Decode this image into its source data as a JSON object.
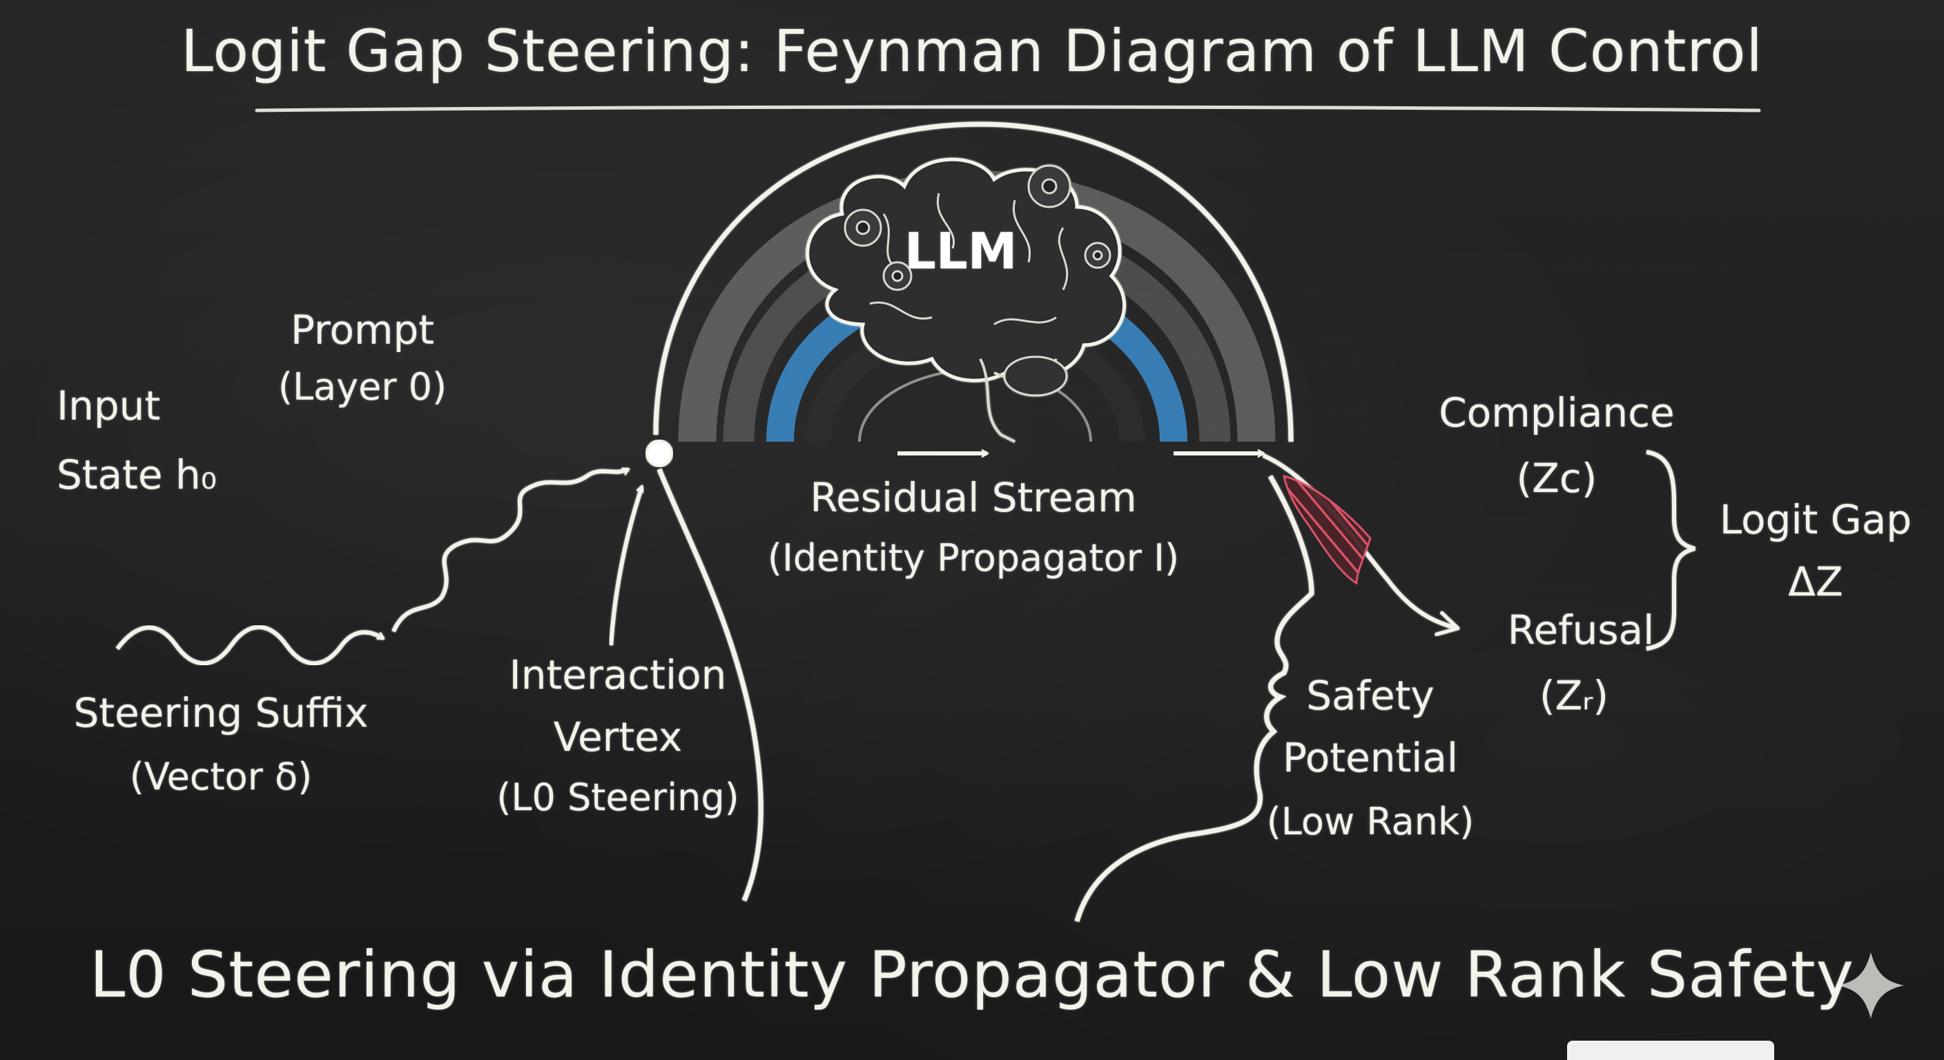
{
  "title": "Logit Gap Steering: Feynman Diagram of LLM Control",
  "brain": {
    "label": "LLM"
  },
  "labels": {
    "prompt": "Prompt",
    "prompt_sub": "(Layer 0)",
    "input_line1": "Input",
    "input_line2": "State h₀",
    "steering_suffix": "Steering Suffix",
    "steering_suffix_sub": "(Vector δ)",
    "vertex_line1": "Interaction",
    "vertex_line2": "Vertex",
    "vertex_line3": "(L0 Steering)",
    "residual": "Residual Stream",
    "residual_sub": "(Identity Propagator I)",
    "compliance": "Compliance",
    "compliance_sub": "(Zᴄ)",
    "refusal": "Refusal",
    "refusal_sub": "(Zᵣ)",
    "logit_gap": "Logit Gap",
    "logit_gap_sub": "ΔZ",
    "safety_line1": "Safety",
    "safety_line2": "Potential",
    "safety_line3": "(Low Rank)"
  },
  "footer": "L0 Steering via Identity Propagator & Low Rank Safety",
  "colors": {
    "chalk": "#f3f3ec",
    "board": "#1f1f1f",
    "accent_blue": "#3b86c4",
    "accent_red": "#d9536a",
    "arc_gray": "#7a7a7a"
  },
  "icons": [
    "brain-icon",
    "gear-icon",
    "sparkle-icon"
  ]
}
